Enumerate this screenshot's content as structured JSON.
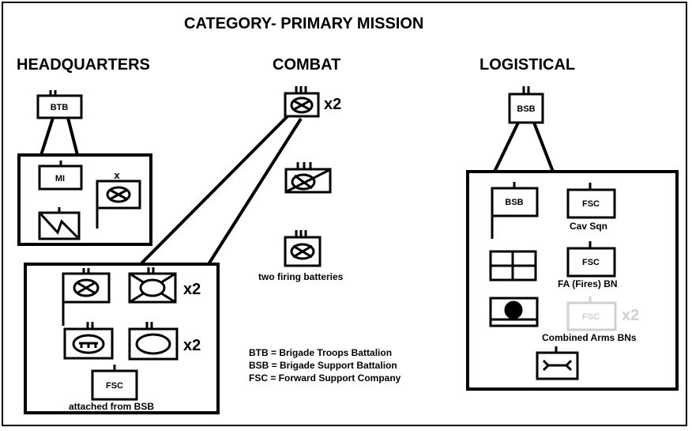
{
  "title": "CATEGORY- PRIMARY MISSION",
  "categories": {
    "headquarters": "HEADQUARTERS",
    "combat": "COMBAT",
    "logistical": "LOGISTICAL"
  },
  "symbols": {
    "btb": "BTB",
    "mi": "MI",
    "bsb": "BSB",
    "bsb_child": "BSB",
    "fsc_cav": "FSC",
    "fsc_fa": "FSC",
    "fsc_cab": "FSC",
    "fsc_combat": "FSC",
    "hq_company_echelon": "x"
  },
  "multipliers": {
    "combat_top": "x2",
    "combat_box_row1": "x2",
    "combat_box_row2": "x2",
    "logistics_cab": "x2"
  },
  "captions": {
    "two_firing_batteries": "two firing batteries",
    "attached_from_bsb": "attached from BSB",
    "cav_sqn": "Cav Sqn",
    "fa_fires_bn": "FA (Fires) BN",
    "combined_arms_bns": "Combined Arms BNs"
  },
  "legend": [
    "BTB = Brigade Troops Battalion",
    "BSB = Brigade Support Battalion",
    "FSC = Forward Support Company"
  ],
  "colors": {
    "ink": "#000000",
    "faded": "#d0d0d0",
    "background": "#ffffff"
  }
}
